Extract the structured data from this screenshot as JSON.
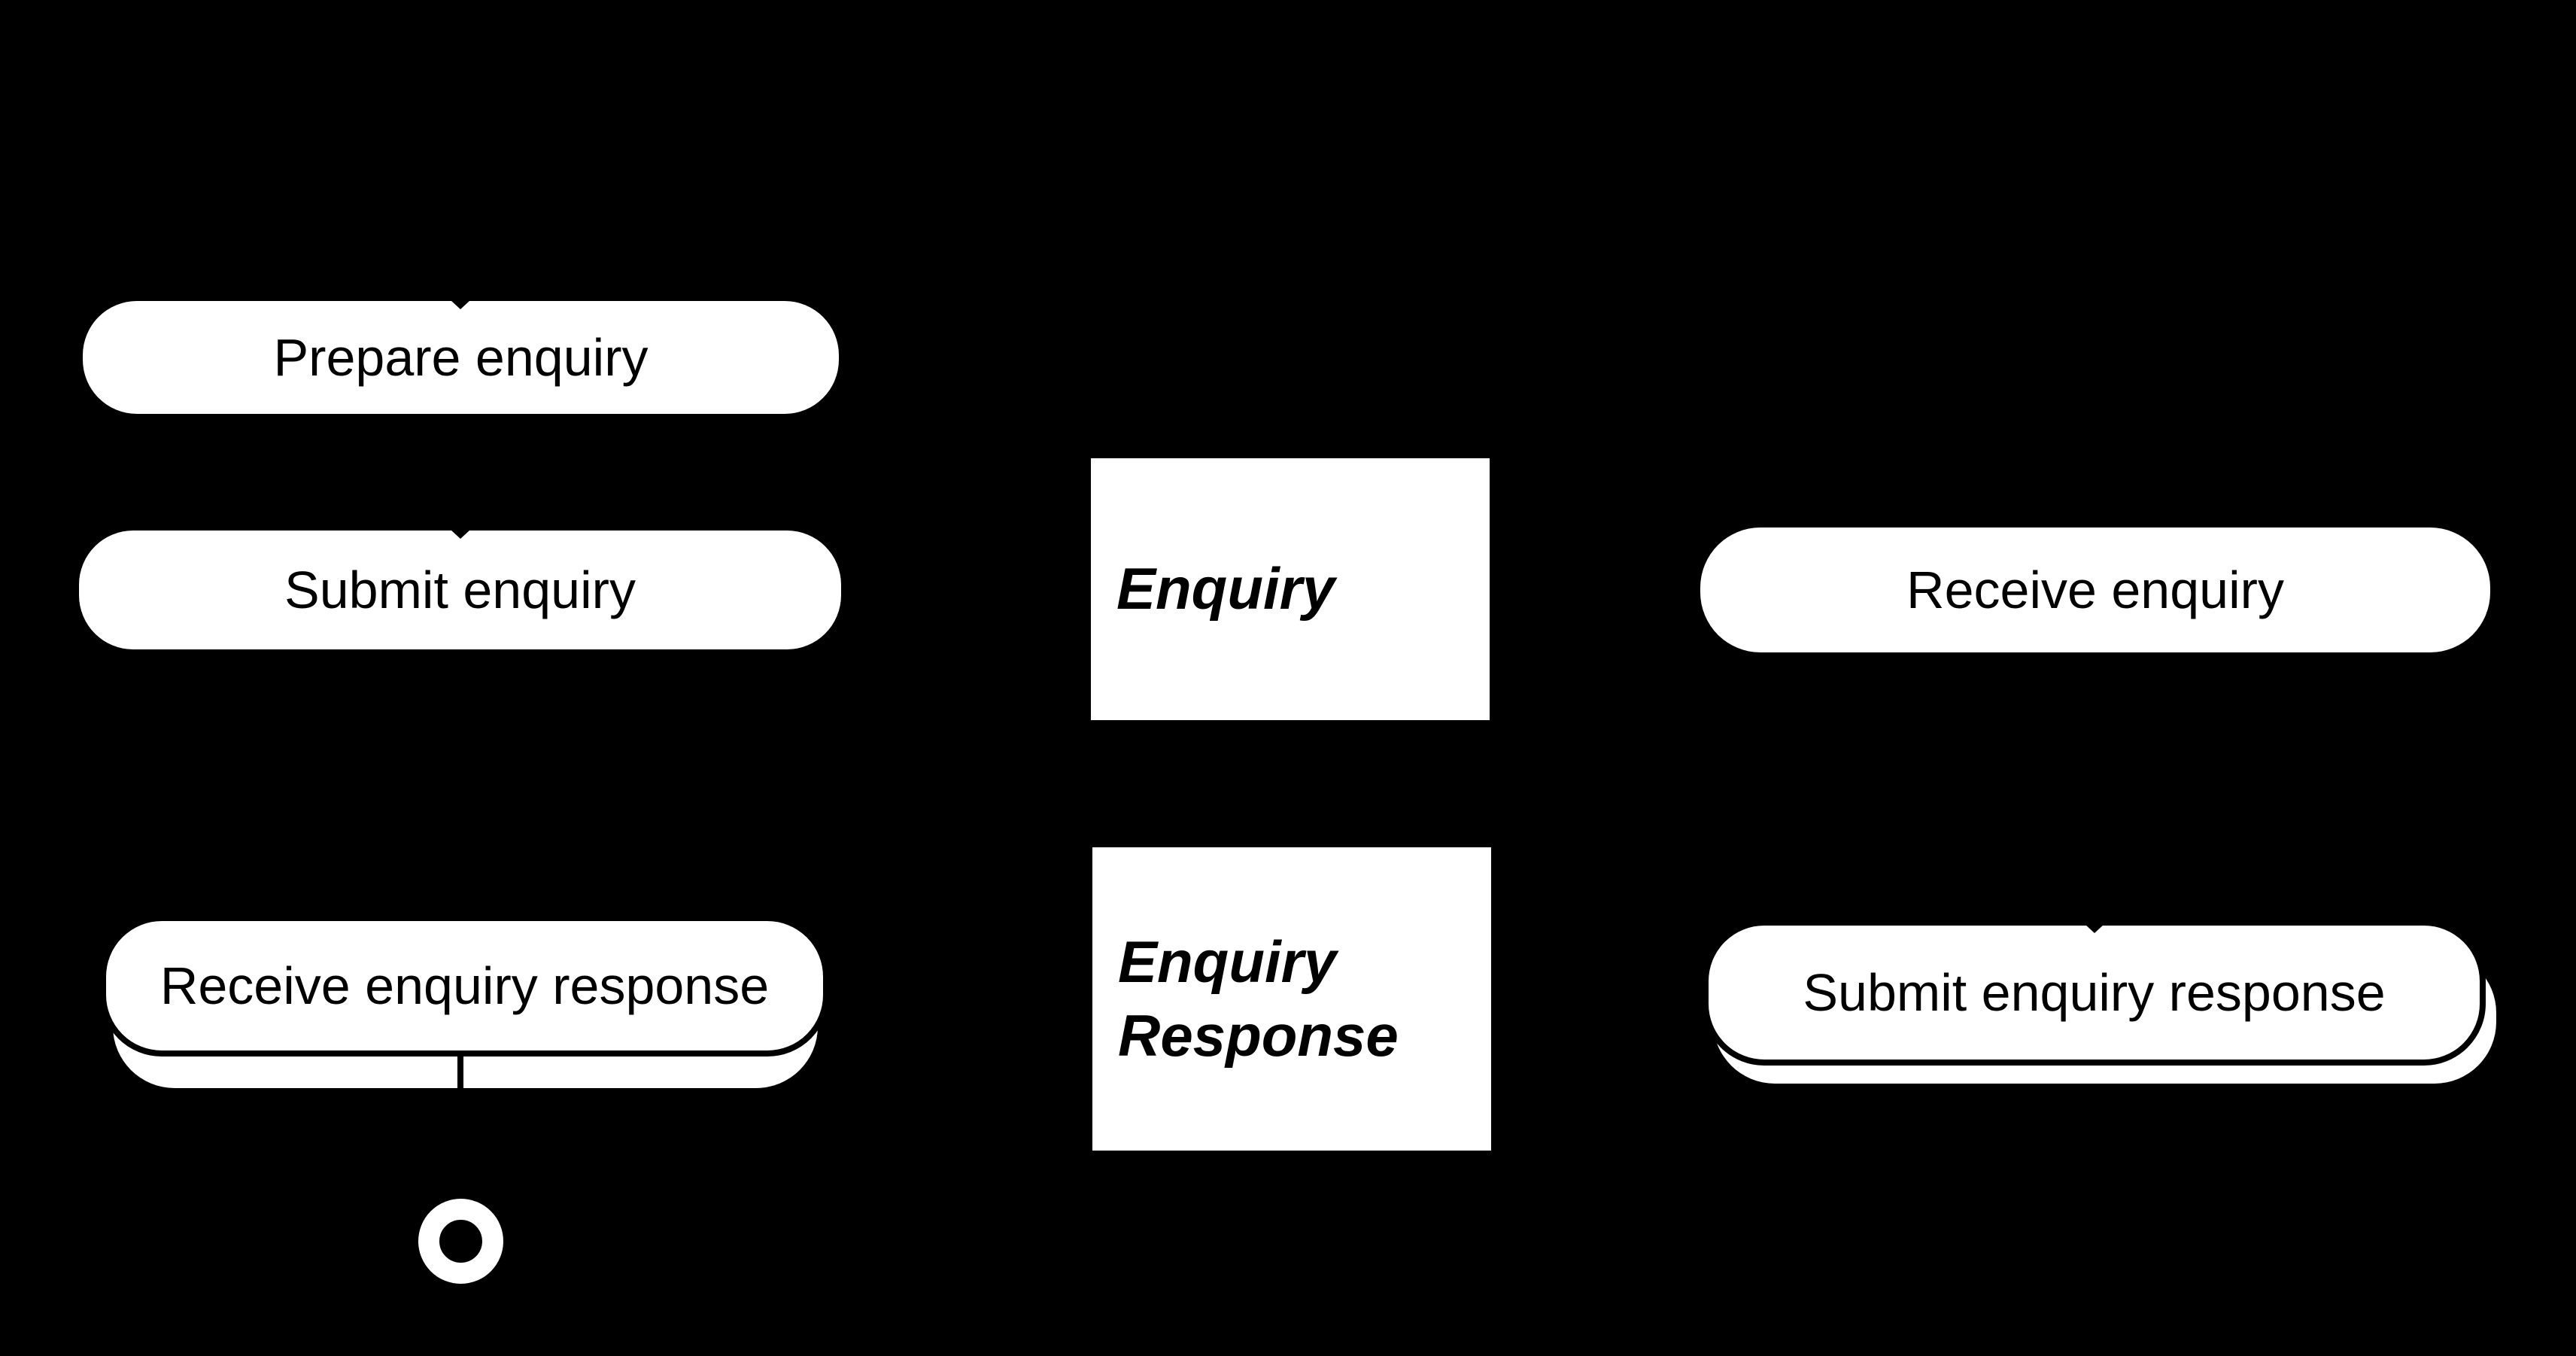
{
  "diagram": {
    "type": "bpmn-collaboration",
    "colors": {
      "background": "#000000",
      "shape_fill": "#ffffff",
      "shape_outline": "#000000",
      "text": "#000000"
    },
    "nodes": {
      "prepare_enquiry": {
        "kind": "task",
        "label": "Prepare enquiry"
      },
      "submit_enquiry": {
        "kind": "task",
        "label": "Submit enquiry"
      },
      "enquiry": {
        "kind": "data-object",
        "label": "Enquiry"
      },
      "receive_enquiry": {
        "kind": "task",
        "label": "Receive enquiry"
      },
      "receive_enquiry_response": {
        "kind": "stacked-task",
        "label": "Receive enquiry response"
      },
      "enquiry_response": {
        "kind": "data-object",
        "label_lines": [
          "Enquiry",
          "Response"
        ]
      },
      "submit_enquiry_response": {
        "kind": "stacked-task",
        "label": "Submit enquiry response"
      },
      "end_event": {
        "kind": "end-event"
      }
    }
  }
}
